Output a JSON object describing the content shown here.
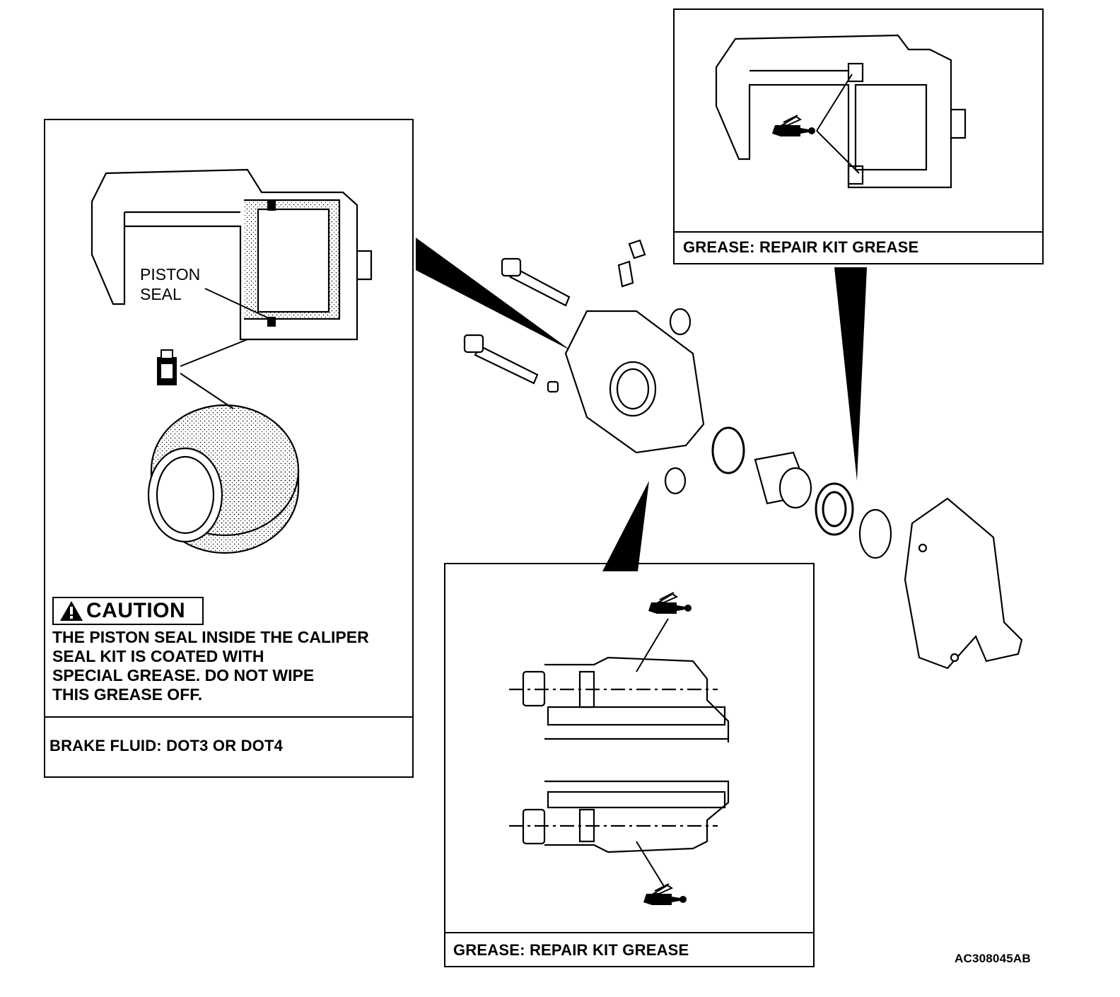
{
  "left_panel": {
    "piston_label_1": "PISTON",
    "piston_label_2": "SEAL",
    "caution_heading": "CAUTION",
    "caution_lines": [
      "THE PISTON SEAL INSIDE THE CALIPER",
      "SEAL KIT IS COATED WITH",
      "SPECIAL GREASE. DO NOT WIPE",
      "THIS GREASE OFF."
    ],
    "fluid_note": "BRAKE FLUID: DOT3 OR DOT4"
  },
  "top_right_panel": {
    "grease_note": "GREASE: REPAIR KIT GREASE"
  },
  "bottom_panel": {
    "grease_note": "GREASE: REPAIR KIT GREASE"
  },
  "figure_code": "AC308045AB",
  "icons": [
    "warning-triangle-icon",
    "grease-tube-icon",
    "brake-fluid-bottle-icon"
  ]
}
